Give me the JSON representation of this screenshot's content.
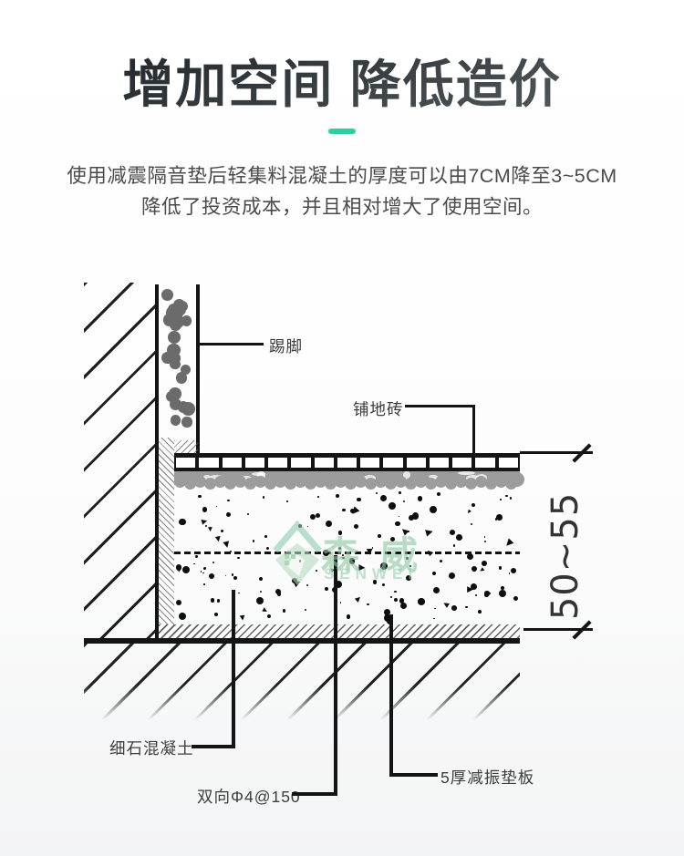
{
  "header": {
    "title": "增加空间 降低造价",
    "subtitle_line1": "使用减震隔音垫后轻集料混凝土的厚度可以由7CM降至3~5CM",
    "subtitle_line2": "降低了投资成本，并且相对增大了使用空间。",
    "accent_color": "#2ecfa4"
  },
  "diagram": {
    "labels": {
      "skirting": "踢脚",
      "floor_tile": "铺地砖",
      "fine_concrete": "细石混凝土",
      "rebar_mesh": "双向Φ4@150",
      "damping_pad": "5厚减振垫板",
      "dimension": "50~55"
    },
    "ink_color": "#141414",
    "mortar_color": "#9c9c9c",
    "skirt_dot_color": "#6b6b6b"
  },
  "watermark": {
    "cn": "森威",
    "en": "SENWEI",
    "green": "#8cc8a0"
  }
}
